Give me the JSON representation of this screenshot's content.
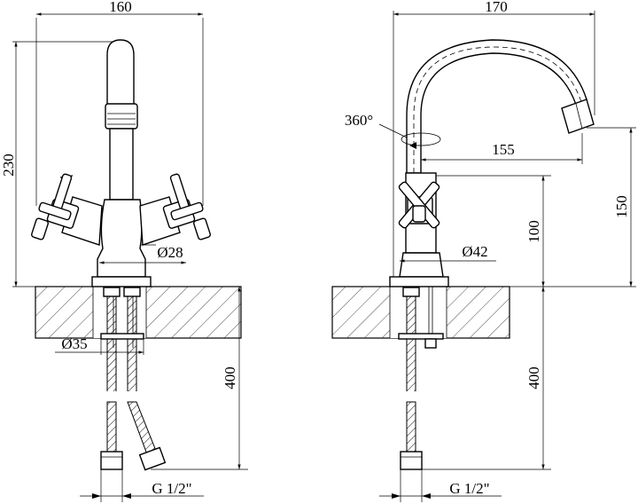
{
  "dimensions": {
    "front": {
      "width": "160",
      "height": "230",
      "base_diameter": "Ø28",
      "mount_diameter": "Ø35",
      "hose_length": "400",
      "thread": "G 1/2\""
    },
    "side": {
      "width": "170",
      "rotation": "360°",
      "spout_reach": "155",
      "spout_height": "150",
      "handle_height": "100",
      "base_diameter": "Ø42",
      "hose_length": "400",
      "thread": "G 1/2\""
    }
  },
  "colors": {
    "line": "#000000",
    "background": "#ffffff"
  },
  "icons": [
    "arrowhead",
    "hatching",
    "rotation-arrow"
  ]
}
